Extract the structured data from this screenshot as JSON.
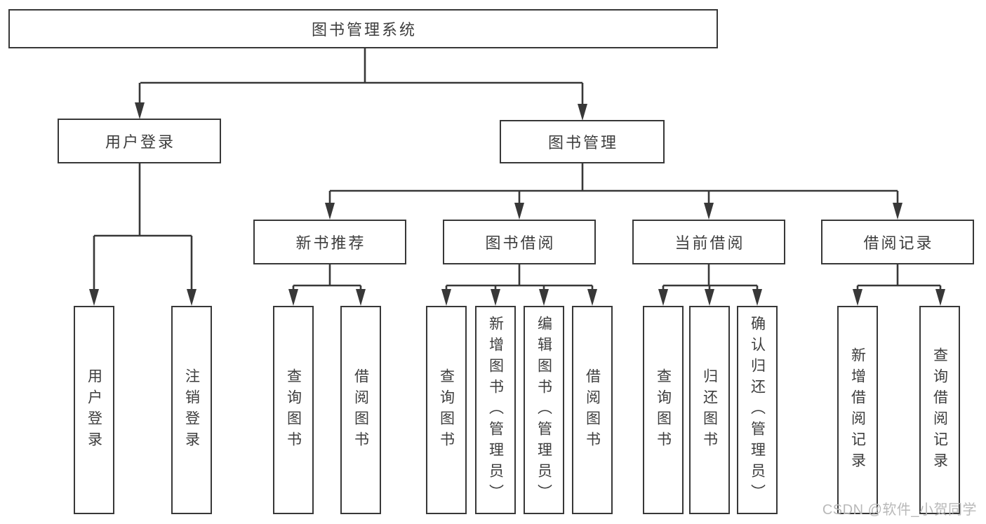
{
  "diagram": {
    "type": "hierarchy-chart",
    "tree": {
      "label": "图书管理系统",
      "children": [
        {
          "label": "用户登录",
          "children": [
            {
              "label": "用户登录"
            },
            {
              "label": "注销登录"
            }
          ]
        },
        {
          "label": "图书管理",
          "children": [
            {
              "label": "新书推荐",
              "children": [
                {
                  "label": "查询图书"
                },
                {
                  "label": "借阅图书"
                }
              ]
            },
            {
              "label": "图书借阅",
              "children": [
                {
                  "label": "查询图书"
                },
                {
                  "label": "新增图书（管理员）"
                },
                {
                  "label": "编辑图书（管理员）"
                },
                {
                  "label": "借阅图书"
                }
              ]
            },
            {
              "label": "当前借阅",
              "children": [
                {
                  "label": "查询图书"
                },
                {
                  "label": "归还图书"
                },
                {
                  "label": "确认归还（管理员）"
                }
              ]
            },
            {
              "label": "借阅记录",
              "children": [
                {
                  "label": "新增借阅记录"
                },
                {
                  "label": "查询借阅记录"
                }
              ]
            }
          ]
        }
      ]
    }
  },
  "watermark": {
    "text": "CSDN @软件_小贺同学",
    "color": "#b9b9b9"
  },
  "colors": {
    "line": "#383838",
    "text": "#3d3d3d",
    "background": "#ffffff"
  }
}
